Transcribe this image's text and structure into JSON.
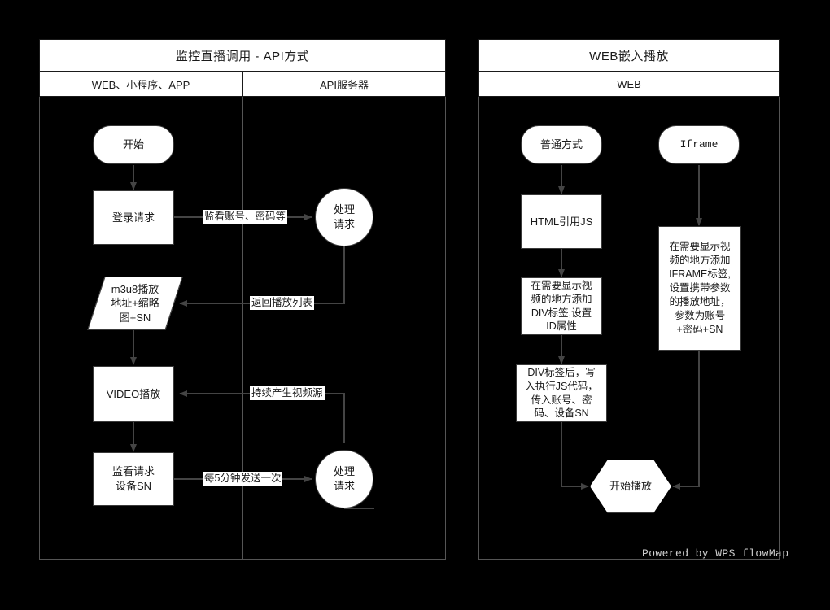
{
  "panels": [
    {
      "id": "left",
      "title": "监控直播调用 - API方式",
      "lanes": [
        "WEB、小程序、APP",
        "API服务器"
      ]
    },
    {
      "id": "right",
      "title": "WEB嵌入播放",
      "lanes": [
        "WEB"
      ]
    }
  ],
  "left_panel": {
    "nodes": {
      "start": "开始",
      "login_request": "登录请求",
      "handle_request_1": "处理\n请求",
      "m3u8": "m3u8播放\n地址+缩略\n图+SN",
      "video_play": "VIDEO播放",
      "monitor_request": "监看请求\n设备SN",
      "handle_request_2": "处理\n请求"
    },
    "edge_labels": {
      "login_to_handle": "监看账号、密码等",
      "handle_to_m3u8": "返回播放列表",
      "stream_source": "持续产生视频源",
      "heartbeat": "每5分钟发送一次"
    }
  },
  "right_panel": {
    "nodes": {
      "normal_way": "普通方式",
      "iframe": "Iframe",
      "html_include_js": "HTML引用JS",
      "div_tag": "在需要显示视\n频的地方添加\nDIV标签,设置\nID属性",
      "js_code": "DIV标签后，写\n入执行JS代码，\n传入账号、密\n码、设备SN",
      "iframe_tag": "在需要显示视\n频的地方添加\nIFRAME标签,\n设置携带参数\n的播放地址，\n参数为账号\n+密码+SN",
      "start_play": "开始播放"
    }
  },
  "footer": {
    "watermark": "Powered by WPS flowMap"
  },
  "colors": {
    "background": "#000000",
    "node_fill": "#ffffff",
    "node_stroke": "#3a3a3a",
    "panel_stroke": "#555555",
    "text": "#1a1a1a",
    "edge": "#444444",
    "watermark": "#cfcfcf"
  }
}
